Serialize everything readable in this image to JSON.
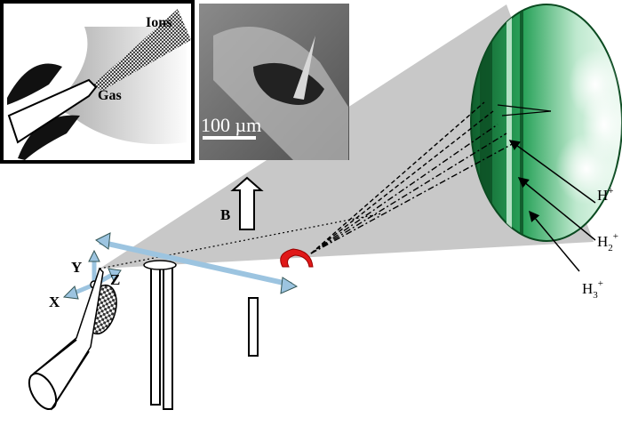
{
  "inset_schematic": {
    "ions_label": "Ions",
    "gas_label": "Gas"
  },
  "inset_micrograph": {
    "scale_bar_label": "100 µm"
  },
  "magnetic_field": {
    "label": "B"
  },
  "axes": {
    "x": "X",
    "y": "Y",
    "z": "Z"
  },
  "ion_species": [
    {
      "base": "H",
      "sub": "",
      "sup": "+"
    },
    {
      "base": "H",
      "sub": "2",
      "sup": "+"
    },
    {
      "base": "H",
      "sub": "3",
      "sup": "+"
    }
  ],
  "colors": {
    "cone_gray": "#c8c8c8",
    "screen_green": "#1f8a4a",
    "axis_arrow_blue": "#9cc4e0",
    "rotation_red": "#e01818",
    "micrograph_bg": "#6e6e6e"
  }
}
